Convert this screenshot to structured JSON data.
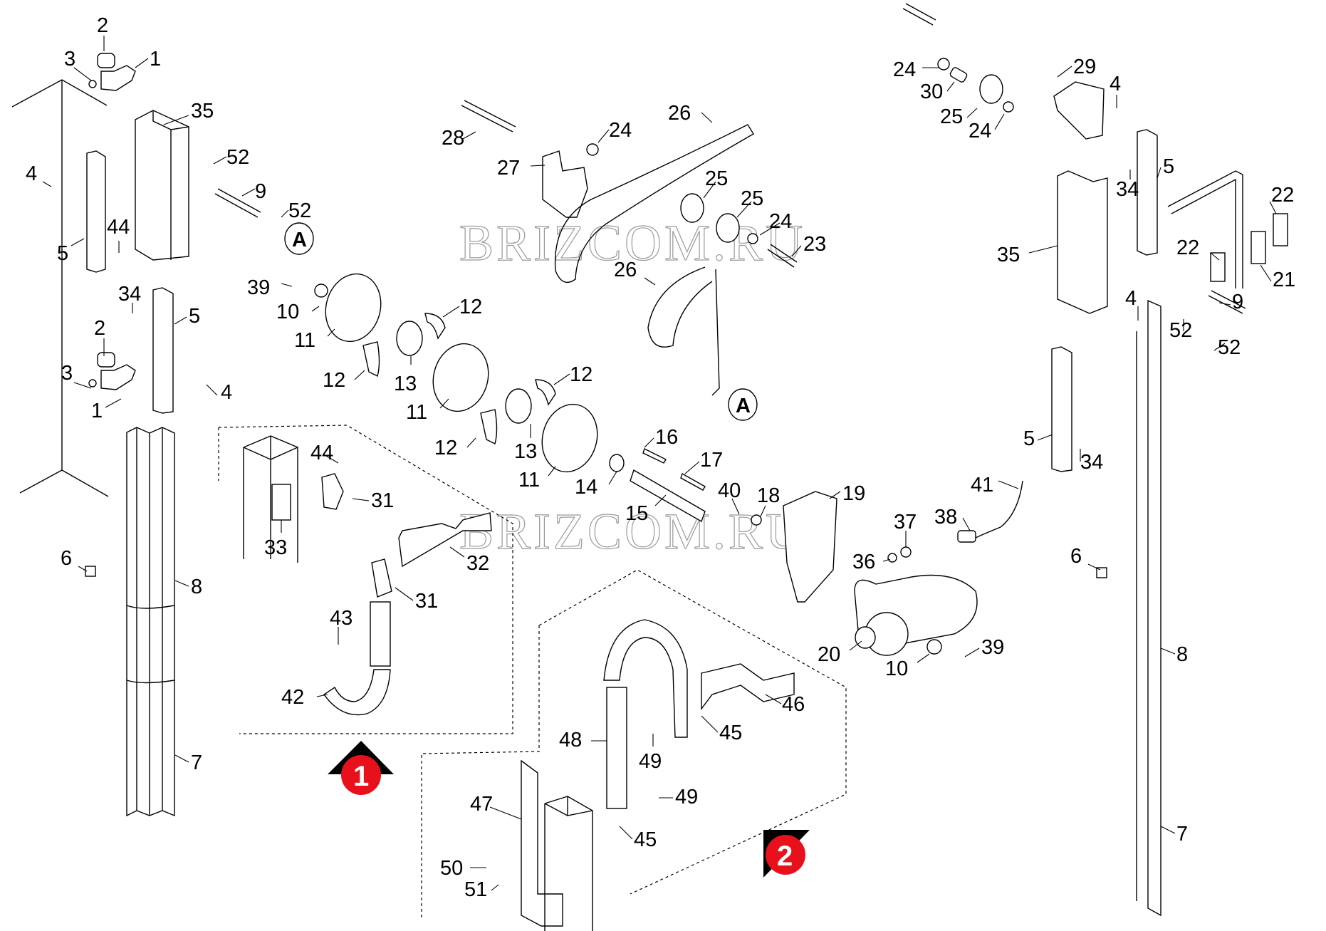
{
  "diagram": {
    "type": "exploded-parts-diagram",
    "watermark": "BRIZCOM.RU",
    "callouts": [
      "1",
      "2",
      "3",
      "4",
      "5",
      "6",
      "7",
      "8",
      "9",
      "10",
      "11",
      "12",
      "13",
      "14",
      "15",
      "16",
      "17",
      "18",
      "19",
      "20",
      "21",
      "22",
      "23",
      "24",
      "25",
      "26",
      "27",
      "28",
      "29",
      "30",
      "31",
      "32",
      "33",
      "34",
      "35",
      "36",
      "37",
      "38",
      "39",
      "40",
      "41",
      "42",
      "43",
      "44",
      "45",
      "46",
      "47",
      "48",
      "49",
      "50",
      "51",
      "52"
    ],
    "reference_marker": "A",
    "detail_badges": [
      {
        "label": "1",
        "shape": "up-arrow",
        "color": "#e8101a"
      },
      {
        "label": "2",
        "shape": "corner-triangle",
        "color": "#e8101a"
      }
    ],
    "labels": {
      "l2a": "2",
      "l3a": "3",
      "l1a": "1",
      "l35a": "35",
      "l4a": "4",
      "l52a": "52",
      "l9a": "9",
      "l52b": "52",
      "l5a": "5",
      "l44a": "44",
      "l34a": "34",
      "l5b": "5",
      "l2b": "2",
      "l3b": "3",
      "l1b": "1",
      "l4b": "4",
      "l6a": "6",
      "l8a": "8",
      "l7a": "7",
      "l28": "28",
      "l27": "27",
      "l24a": "24",
      "l26a": "26",
      "l25a": "25",
      "l25b": "25",
      "l24b": "24",
      "l23": "23",
      "l26b": "26",
      "l39a": "39",
      "l10a": "10",
      "l11a": "11",
      "l12a": "12",
      "l12b": "12",
      "l13a": "13",
      "l11b": "11",
      "l12c": "12",
      "l12d": "12",
      "l13b": "13",
      "l11c": "11",
      "l14": "14",
      "l16": "16",
      "l17": "17",
      "l15": "15",
      "l40": "40",
      "l18": "18",
      "l19": "19",
      "l44b": "44",
      "l31a": "31",
      "l33": "33",
      "l32": "32",
      "l31b": "31",
      "l43": "43",
      "l42": "42",
      "l41": "41",
      "l38": "38",
      "l37": "37",
      "l36": "36",
      "l20": "20",
      "l10b": "10",
      "l39b": "39",
      "l46": "46",
      "l45a": "45",
      "l48": "48",
      "l49a": "49",
      "l49b": "49",
      "l45b": "45",
      "l47": "47",
      "l50": "50",
      "l51": "51",
      "l24c": "24",
      "l30": "30",
      "l25c": "25",
      "l24d": "24",
      "l29": "29",
      "l4c": "4",
      "l5c": "5",
      "l34b": "34",
      "l22a": "22",
      "l22b": "22",
      "l21": "21",
      "l35b": "35",
      "l9b": "9",
      "l52c": "52",
      "l52d": "52",
      "l4d": "4",
      "l5d": "5",
      "l34c": "34",
      "l6b": "6",
      "l8b": "8",
      "l7b": "7",
      "refA1": "A",
      "refA2": "A",
      "badge1": "1",
      "badge2": "2"
    }
  }
}
